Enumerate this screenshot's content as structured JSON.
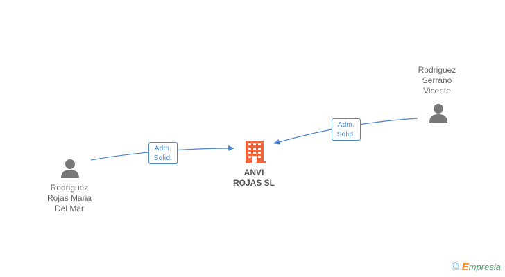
{
  "company": {
    "name_line1": "ANVI",
    "name_line2": "ROJAS SL",
    "icon": "building-icon",
    "color": "#f0643c"
  },
  "persons": [
    {
      "id": "person-left",
      "lines": [
        "Rodriguez",
        "Rojas Maria",
        "Del Mar"
      ],
      "icon": "person-icon"
    },
    {
      "id": "person-right",
      "lines": [
        "Rodriguez",
        "Serrano",
        "Vicente"
      ],
      "icon": "person-icon"
    }
  ],
  "edges": [
    {
      "from": "person-left",
      "to": "company",
      "label_line1": "Adm.",
      "label_line2": "Solid."
    },
    {
      "from": "person-right",
      "to": "company",
      "label_line1": "Adm.",
      "label_line2": "Solid."
    }
  ],
  "colors": {
    "edge": "#4a86d4",
    "person": "#777777"
  },
  "brand": {
    "copyright": "©",
    "initial": "E",
    "rest": "mpresia"
  }
}
